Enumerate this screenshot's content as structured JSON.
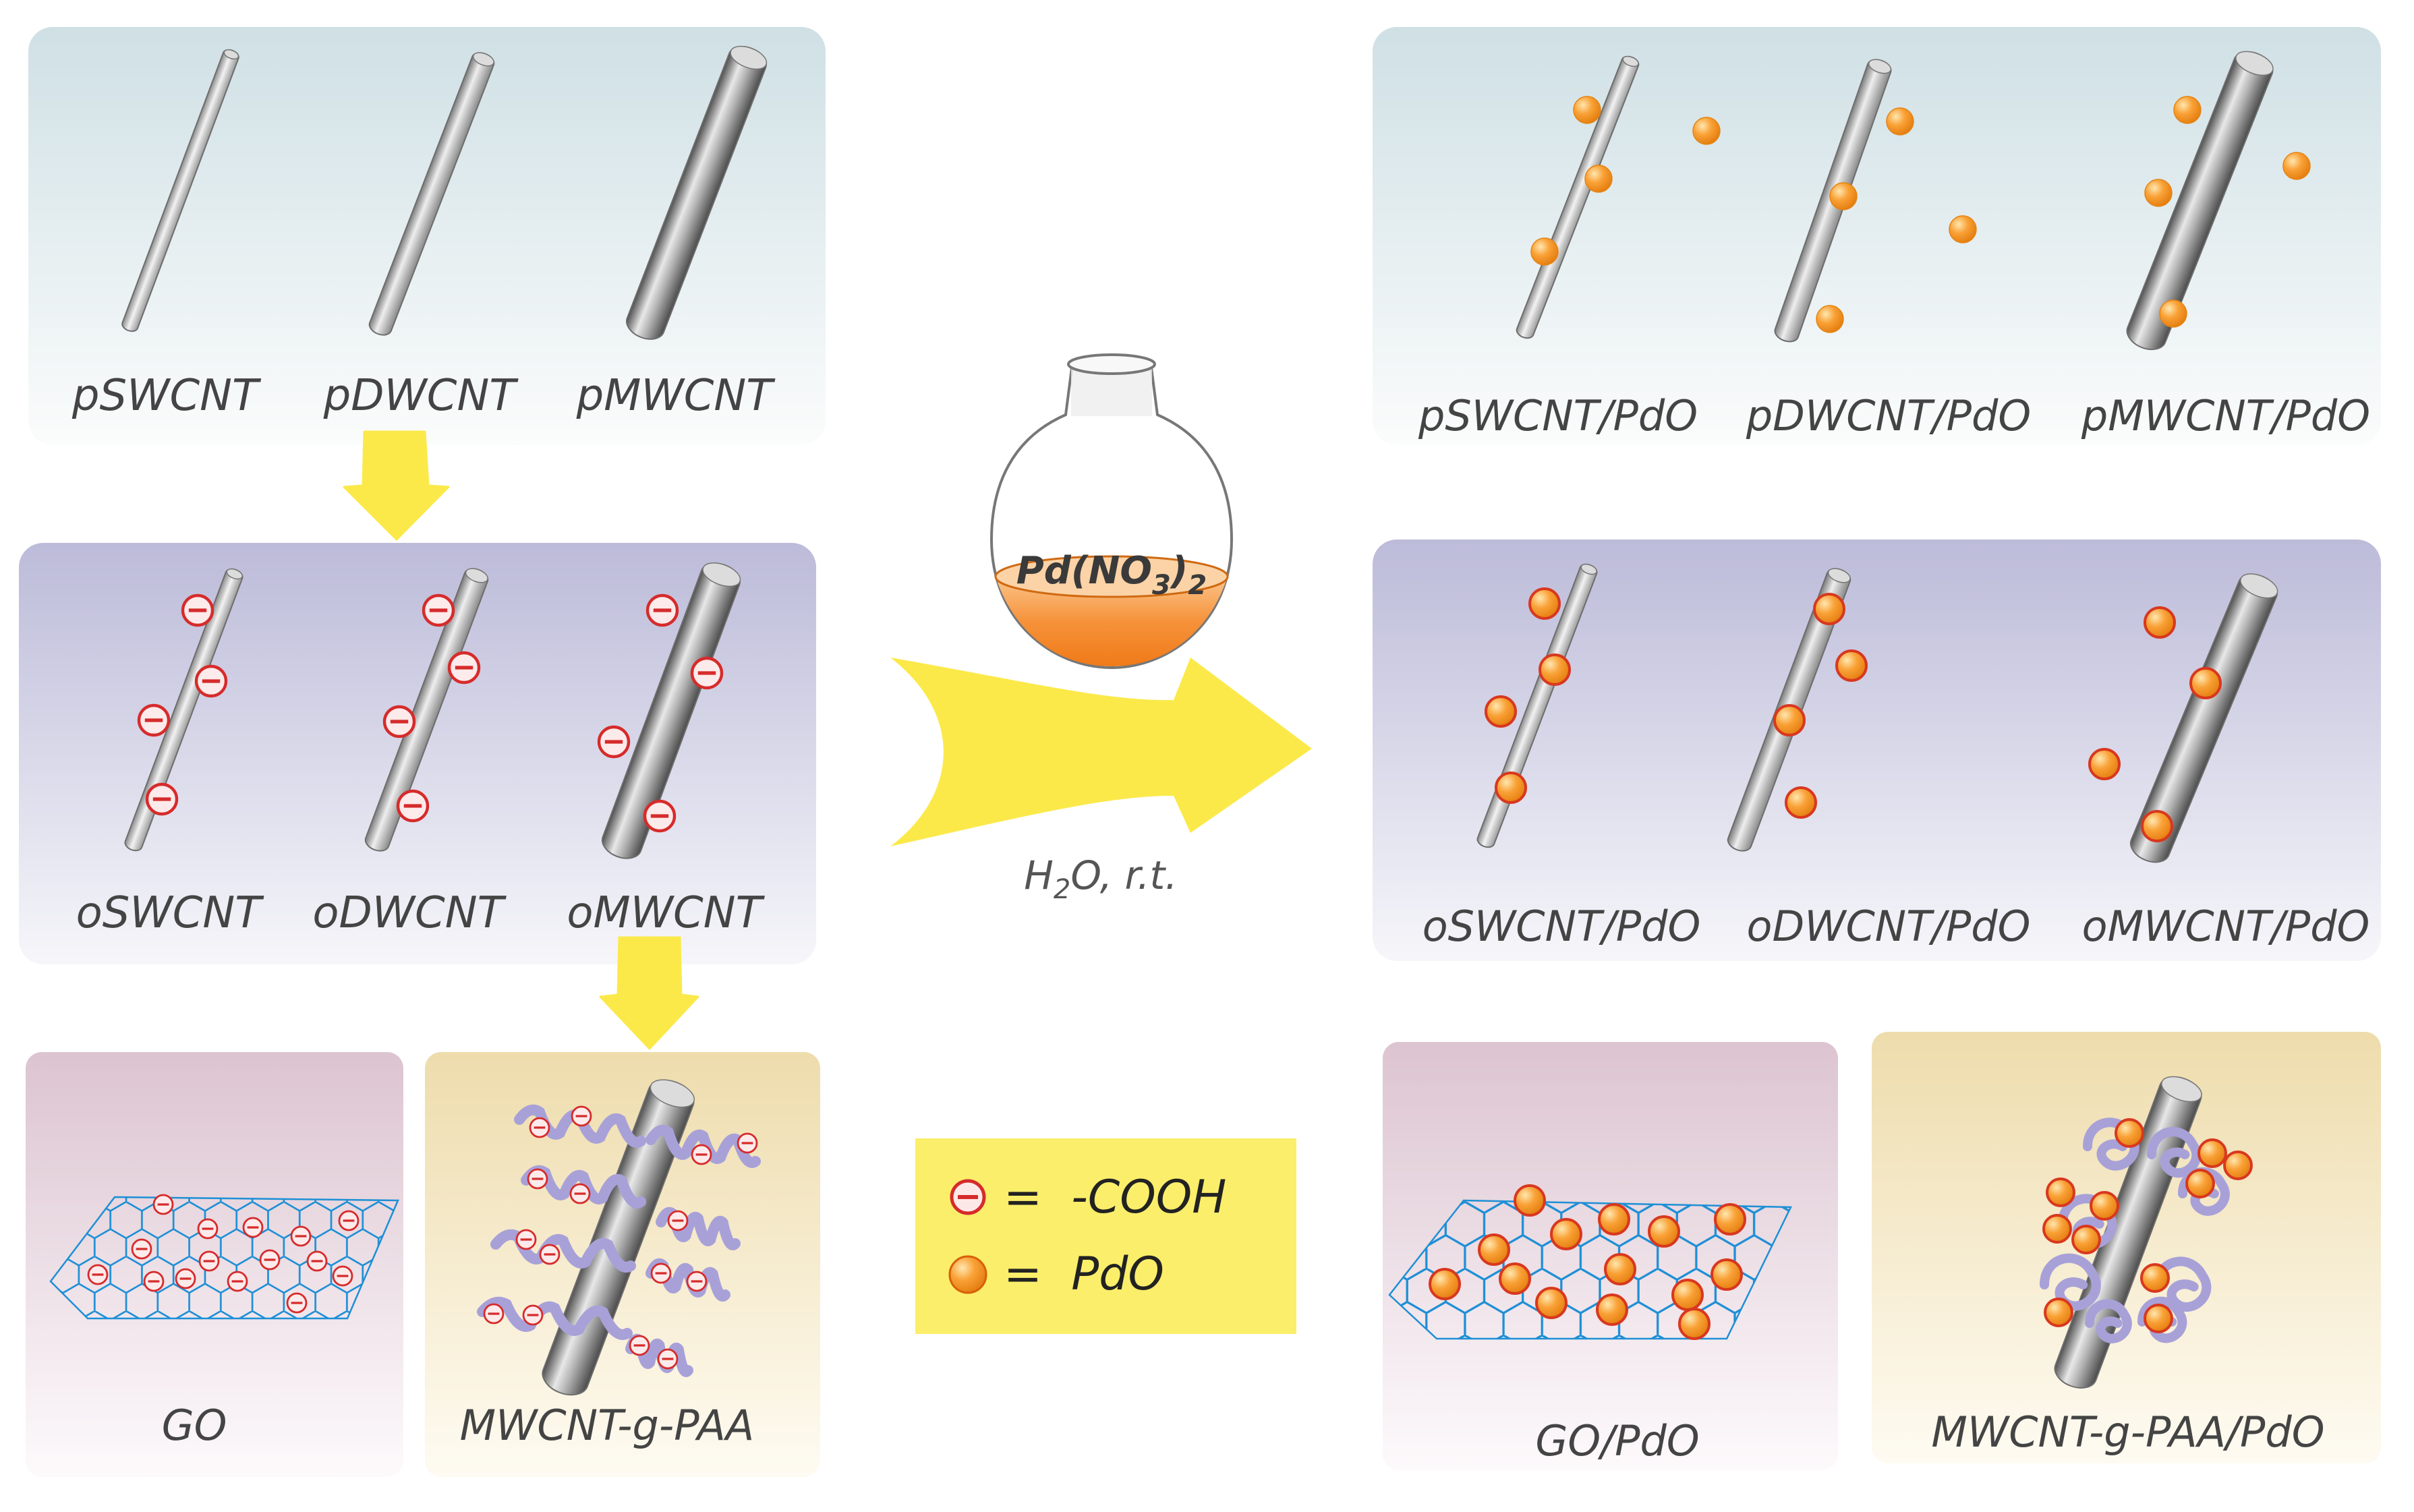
{
  "colors": {
    "pristine_panel": "#d4e4e8",
    "oxidized_panel": "#c1c0dc",
    "go_panel": "#dec7d3",
    "paa_panel": "#f0e1b6",
    "arrow_yellow": "#fbe94a",
    "legend_bg": "#fbee6a",
    "pdo_orange": "#f7961c",
    "carboxyl_red": "#d62b2b",
    "graphene_blue": "#1e8fd6",
    "paa_lavender": "#a8a1d8"
  },
  "left": {
    "pristine": {
      "labels": [
        "pSWCNT",
        "pDWCNT",
        "pMWCNT"
      ]
    },
    "oxidized": {
      "labels": [
        "oSWCNT",
        "oDWCNT",
        "oMWCNT"
      ]
    },
    "go": {
      "label": "GO"
    },
    "paa": {
      "label": "MWCNT-g-PAA"
    }
  },
  "right": {
    "pristine": {
      "labels": [
        "pSWCNT/PdO",
        "pDWCNT/PdO",
        "pMWCNT/PdO"
      ]
    },
    "oxidized": {
      "labels": [
        "oSWCNT/PdO",
        "oDWCNT/PdO",
        "oMWCNT/PdO"
      ]
    },
    "go": {
      "label": "GO/PdO"
    },
    "paa": {
      "label": "MWCNT-g-PAA/PdO"
    }
  },
  "reaction": {
    "flask_base": "Pd(NO",
    "flask_sub1": "3",
    "flask_close": ")",
    "flask_sub2": "2",
    "cond_a": "H",
    "cond_sub": "2",
    "cond_b": "O, r.t."
  },
  "legend": {
    "carboxyl_text": "=  -COOH",
    "pdo_text": "=  PdO",
    "carboxyl_icon": "minus-circle-icon",
    "pdo_icon": "orange-sphere-icon"
  }
}
